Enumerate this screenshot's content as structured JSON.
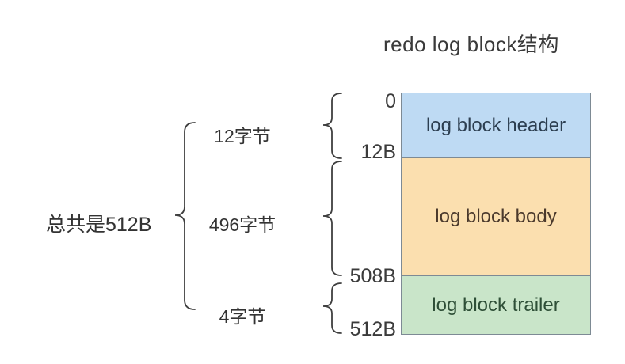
{
  "title": "redo log block结构",
  "left_panel": {
    "total_label": "总共是512B"
  },
  "segments": [
    {
      "name": "log block header",
      "size_label": "12字节",
      "fill": "#bedaf3",
      "text_color": "#2c3e50",
      "start_offset": "0",
      "end_offset": "12B"
    },
    {
      "name": "log block body",
      "size_label": "496字节",
      "fill": "#fbdfaf",
      "text_color": "#4a392c",
      "start_offset": "12B",
      "end_offset": "508B"
    },
    {
      "name": "log block trailer",
      "size_label": "4字节",
      "fill": "#c9e5c9",
      "text_color": "#2e4f37",
      "start_offset": "508B",
      "end_offset": "512B"
    }
  ],
  "offsets": [
    "0",
    "12B",
    "508B",
    "512B"
  ],
  "colors": {
    "background": "#ffffff",
    "block_border": "#7d8a94",
    "brace_stroke": "#3f3f3f",
    "text": "#3b3b3b"
  }
}
